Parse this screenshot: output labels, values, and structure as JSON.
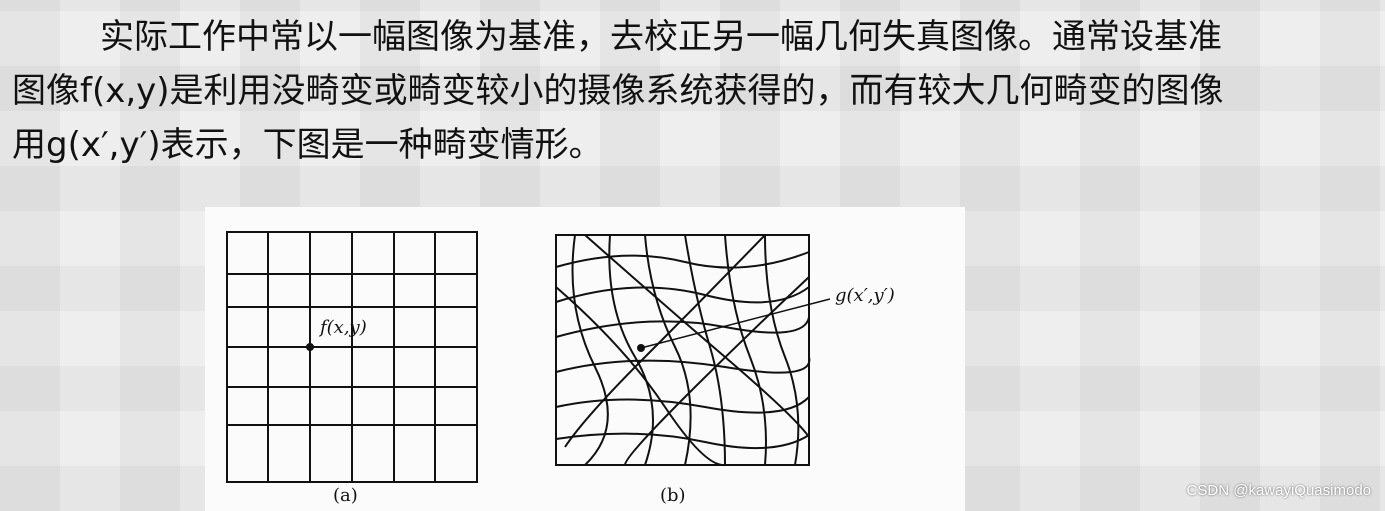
{
  "paragraph": {
    "line1": "实际工作中常以一幅图像为基准，去校正另一幅几何失真图像。通常设基准",
    "line2": "图像f(x,y)是利用没畸变或畸变较小的摄像系统获得的，而有较大几何畸变的图像",
    "line3": "用g(x′,y′)表示，下图是一种畸变情形。"
  },
  "figure": {
    "grid_label": "f(x,y)",
    "distorted_label": "g(x′,y′)",
    "caption_a": "(a)",
    "caption_b": "(b)"
  },
  "watermark": "CSDN @kawayiQuasimodo"
}
